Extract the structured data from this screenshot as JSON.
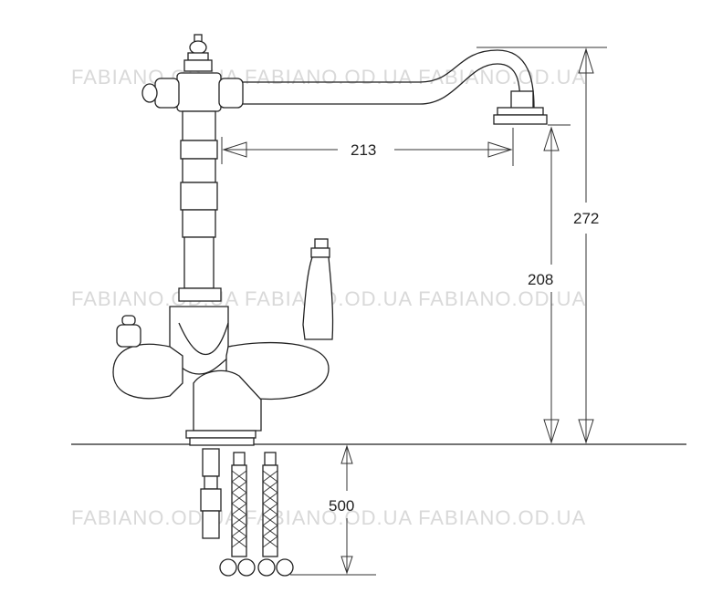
{
  "watermarks": [
    "FABIANO.OD.UA FABIANO.OD.UA FABIANO.OD.UA",
    "FABIANO.OD.UA FABIANO.OD.UA FABIANO.OD.UA",
    "FABIANO.OD.UA FABIANO.OD.UA FABIANO.OD.UA"
  ],
  "dimensions": {
    "spout_reach": "213",
    "total_height": "272",
    "spout_height": "208",
    "hose_length": "500"
  }
}
